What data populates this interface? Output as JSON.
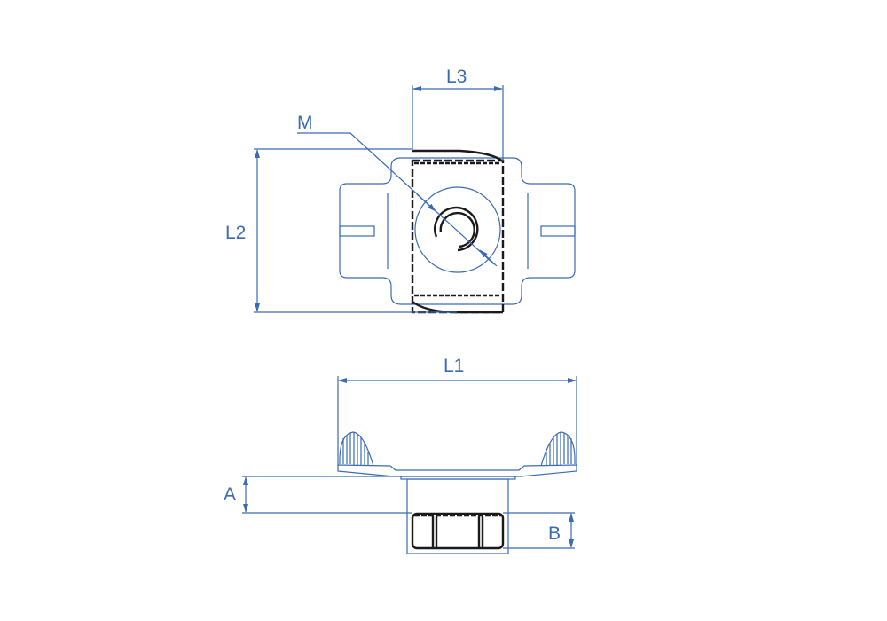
{
  "labels": {
    "l3": "L3",
    "m": "M",
    "l2": "L2",
    "l1": "L1",
    "a": "A",
    "b": "B"
  },
  "colors": {
    "dimension": "#3a6bb5",
    "outline": "#1a1a1a"
  }
}
